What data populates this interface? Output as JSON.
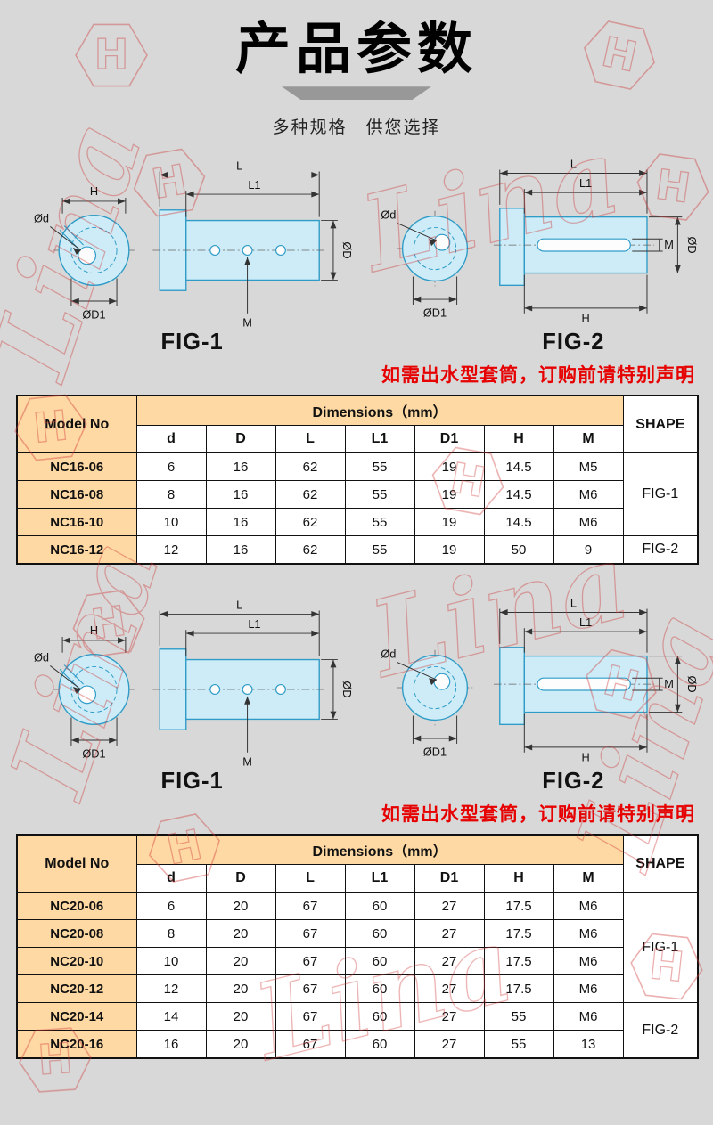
{
  "colors": {
    "page_bg": "#d8d8d8",
    "table_accent": "#ffd9a3",
    "note_red": "#e60000",
    "drawing_fill": "#cdecf7",
    "drawing_stroke": "#2f9cc7",
    "watermark_red": "#cf3a3a"
  },
  "header": {
    "title": "产品参数",
    "subtitle": "多种规格　供您选择"
  },
  "watermark": {
    "text": "Lina",
    "hex_letter": "H"
  },
  "note": "如需出水型套筒，订购前请特别声明",
  "diagram": {
    "fig1": "FIG-1",
    "fig2": "FIG-2",
    "labels": {
      "L": "L",
      "L1": "L1",
      "H": "H",
      "M": "M",
      "d": "Ød",
      "D": "ØD",
      "D1": "ØD1"
    }
  },
  "table1": {
    "header": {
      "model": "Model No",
      "dimensions": "Dimensions（mm）",
      "shape": "SHAPE",
      "cols": [
        "d",
        "D",
        "L",
        "L1",
        "D1",
        "H",
        "M"
      ]
    },
    "rows": [
      {
        "model": "NC16-06",
        "values": [
          "6",
          "16",
          "62",
          "55",
          "19",
          "14.5",
          "M5"
        ],
        "shape": {
          "label": "FIG-1",
          "rowspan": 3
        }
      },
      {
        "model": "NC16-08",
        "values": [
          "8",
          "16",
          "62",
          "55",
          "19",
          "14.5",
          "M6"
        ]
      },
      {
        "model": "NC16-10",
        "values": [
          "10",
          "16",
          "62",
          "55",
          "19",
          "14.5",
          "M6"
        ]
      },
      {
        "model": "NC16-12",
        "values": [
          "12",
          "16",
          "62",
          "55",
          "19",
          "50",
          "9"
        ],
        "shape": {
          "label": "FIG-2",
          "rowspan": 1
        }
      }
    ]
  },
  "table2": {
    "header": {
      "model": "Model No",
      "dimensions": "Dimensions（mm）",
      "shape": "SHAPE",
      "cols": [
        "d",
        "D",
        "L",
        "L1",
        "D1",
        "H",
        "M"
      ]
    },
    "rows": [
      {
        "model": "NC20-06",
        "values": [
          "6",
          "20",
          "67",
          "60",
          "27",
          "17.5",
          "M6"
        ],
        "shape": {
          "label": "FIG-1",
          "rowspan": 4
        }
      },
      {
        "model": "NC20-08",
        "values": [
          "8",
          "20",
          "67",
          "60",
          "27",
          "17.5",
          "M6"
        ]
      },
      {
        "model": "NC20-10",
        "values": [
          "10",
          "20",
          "67",
          "60",
          "27",
          "17.5",
          "M6"
        ]
      },
      {
        "model": "NC20-12",
        "values": [
          "12",
          "20",
          "67",
          "60",
          "27",
          "17.5",
          "M6"
        ]
      },
      {
        "model": "NC20-14",
        "values": [
          "14",
          "20",
          "67",
          "60",
          "27",
          "55",
          "M6"
        ],
        "shape": {
          "label": "FIG-2",
          "rowspan": 2
        }
      },
      {
        "model": "NC20-16",
        "values": [
          "16",
          "20",
          "67",
          "60",
          "27",
          "55",
          "13"
        ]
      }
    ]
  }
}
